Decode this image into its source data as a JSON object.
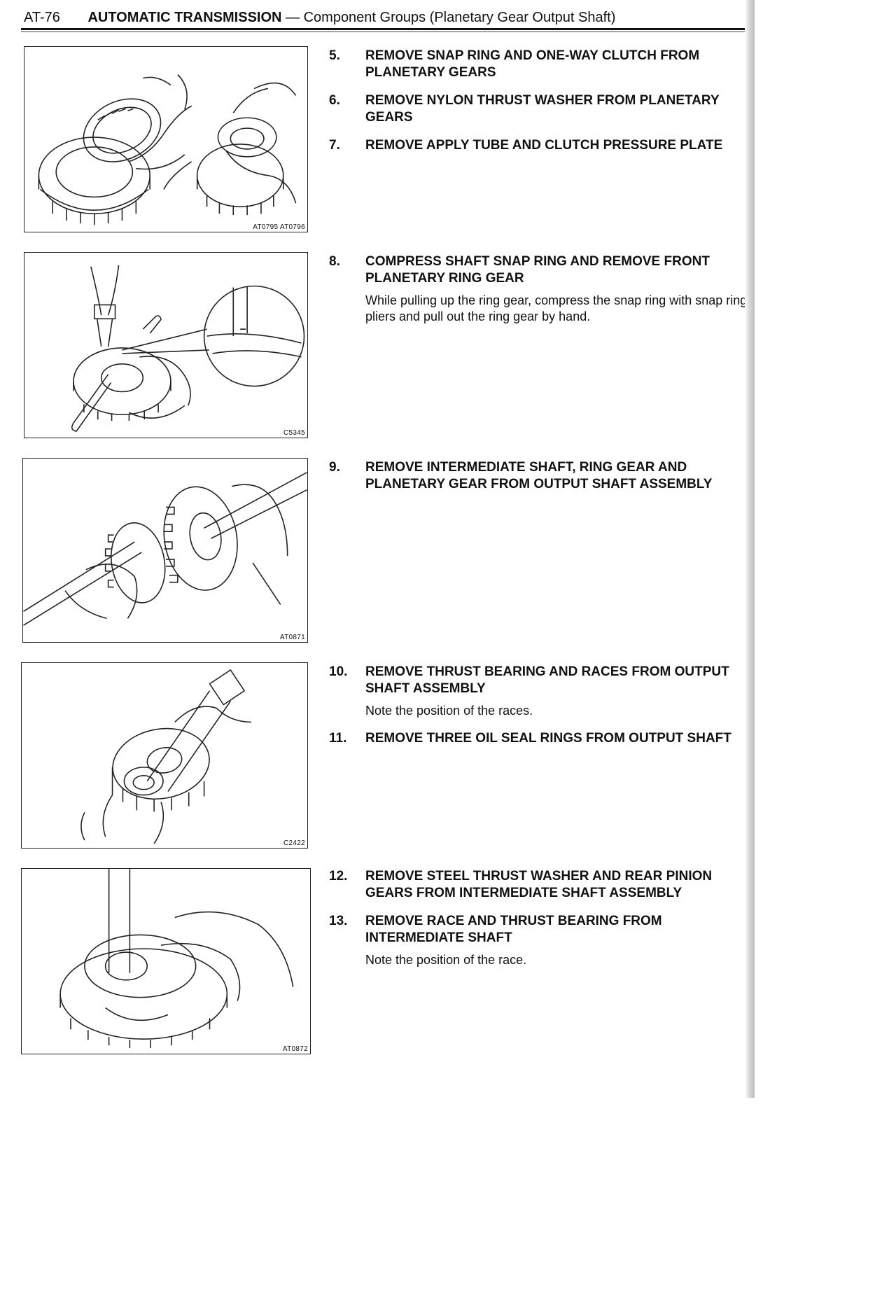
{
  "header": {
    "page_number": "AT-76",
    "title": "AUTOMATIC TRANSMISSION",
    "subtitle": "— Component Groups (Planetary Gear Output Shaft)"
  },
  "figures": [
    {
      "code": "AT0795 AT0796"
    },
    {
      "code": "C5345"
    },
    {
      "code": "AT0871"
    },
    {
      "code": "C2422"
    },
    {
      "code": "AT0872"
    }
  ],
  "sections": [
    {
      "steps": [
        {
          "num": "5.",
          "text": "REMOVE SNAP RING AND ONE-WAY CLUTCH FROM PLANETARY GEARS"
        },
        {
          "num": "6.",
          "text": "REMOVE NYLON THRUST WASHER FROM PLANETARY GEARS"
        },
        {
          "num": "7.",
          "text": "REMOVE APPLY TUBE AND CLUTCH PRESSURE PLATE"
        }
      ]
    },
    {
      "steps": [
        {
          "num": "8.",
          "text": "COMPRESS SHAFT SNAP RING AND REMOVE FRONT PLANETARY RING GEAR",
          "note": "While pulling up the ring gear, compress the snap ring with snap ring pliers and pull out the ring gear by hand."
        }
      ]
    },
    {
      "steps": [
        {
          "num": "9.",
          "text": "REMOVE INTERMEDIATE SHAFT, RING GEAR AND PLANETARY GEAR FROM OUTPUT SHAFT ASSEMBLY"
        }
      ]
    },
    {
      "steps": [
        {
          "num": "10.",
          "text": "REMOVE THRUST BEARING AND RACES FROM OUTPUT SHAFT ASSEMBLY",
          "note": "Note the position of the races."
        },
        {
          "num": "11.",
          "text": "REMOVE THREE OIL SEAL RINGS FROM OUTPUT SHAFT"
        }
      ]
    },
    {
      "steps": [
        {
          "num": "12.",
          "text": "REMOVE STEEL THRUST WASHER AND REAR PINION GEARS FROM INTERMEDIATE SHAFT ASSEMBLY"
        },
        {
          "num": "13.",
          "text": "REMOVE RACE AND THRUST BEARING FROM INTERMEDIATE SHAFT",
          "note": "Note the position of the race."
        }
      ]
    }
  ]
}
